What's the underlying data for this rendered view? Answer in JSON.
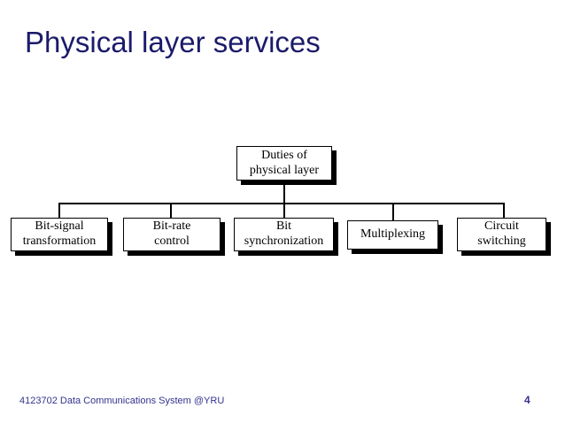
{
  "slide": {
    "title": "Physical layer services",
    "title_color": "#1b1b6b",
    "background_color": "#ffffff"
  },
  "diagram": {
    "root": {
      "lines": [
        "Duties of",
        "physical layer"
      ]
    },
    "children": [
      {
        "lines": [
          "Bit-signal",
          "transformation"
        ]
      },
      {
        "lines": [
          "Bit-rate",
          "control"
        ]
      },
      {
        "lines": [
          "Bit",
          "synchronization"
        ]
      },
      {
        "lines": [
          "Multiplexing"
        ]
      },
      {
        "lines": [
          "Circuit",
          "switching"
        ]
      }
    ],
    "line_color": "#000000",
    "box_fill": "#ffffff",
    "box_border": "#000000",
    "shadow_color": "#000000"
  },
  "footer": {
    "text": "4123702 Data Communications System @YRU",
    "page_number": "4",
    "color": "#33338f"
  }
}
